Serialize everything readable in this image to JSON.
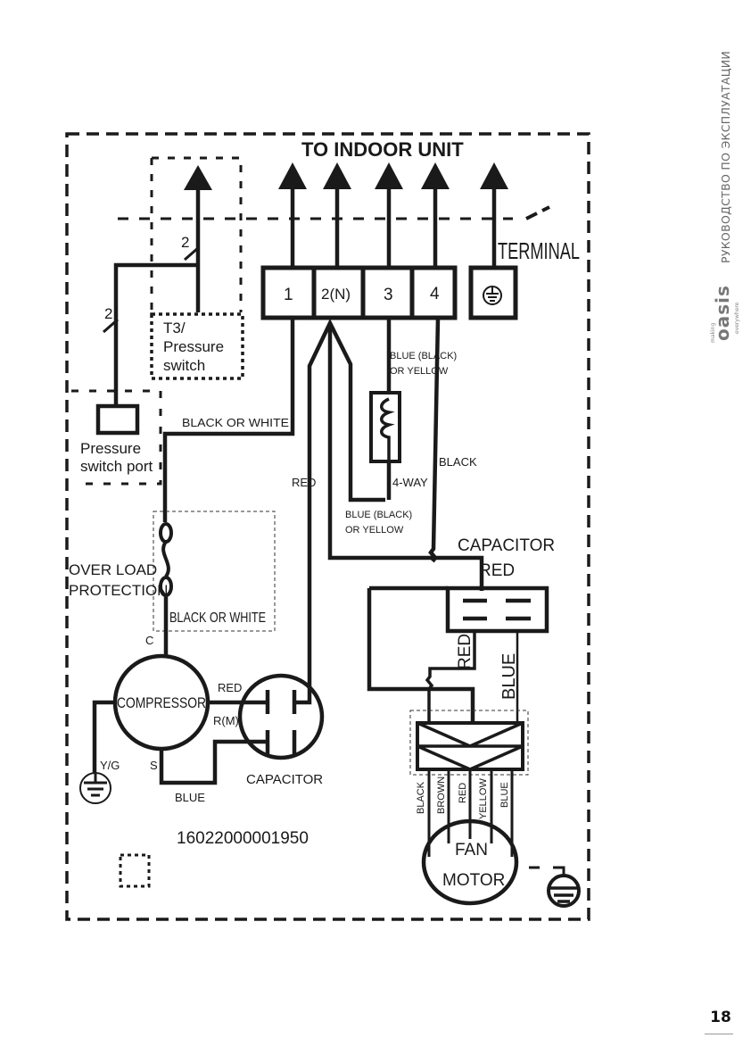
{
  "page": {
    "side_title": "РУКОВОДСТВО ПО ЭКСПЛУАТАЦИИ",
    "logo": {
      "prefix": "making",
      "brand": "oasis",
      "suffix": "everywhere"
    },
    "page_number": "18"
  },
  "diagram": {
    "title": "TO INDOOR UNIT",
    "terminal_label": "TERMINAL",
    "terminals": [
      "1",
      "2(N)",
      "3",
      "4"
    ],
    "ground_terminal_icon": "ground-icon",
    "wire_count_marks": [
      "2",
      "2"
    ],
    "t3_box": [
      "T3/",
      "Pressure",
      "switch"
    ],
    "pressure_port": [
      "Pressure",
      "switch port"
    ],
    "overload": [
      "OVER LOAD",
      "PROTECTION"
    ],
    "wire_labels": {
      "black_or_white_top": "BLACK OR WHITE",
      "black_or_white_bottom": "BLACK OR WHITE",
      "red_main": "RED",
      "four_way_top": [
        "BLUE (BLACK)",
        "OR YELLOW"
      ],
      "four_way_bottom": [
        "BLUE (BLACK)",
        "OR YELLOW"
      ],
      "four_way": "4-WAY",
      "black": "BLACK",
      "cap_red_top": "RED",
      "cap_red_down": "RED",
      "cap_blue_down": "BLUE",
      "comp_red": "RED",
      "comp_rm": "R(M)",
      "comp_c": "C",
      "comp_s": "S",
      "comp_blue": "BLUE",
      "yg": "Y/G"
    },
    "fan_capacitor_label": "CAPACITOR",
    "compressor_label": "COMPRESSOR",
    "compressor_capacitor_label": "CAPACITOR",
    "fan_motor": [
      "FAN",
      "MOTOR"
    ],
    "fan_wires": [
      "BLACK",
      "BROWN",
      "RED",
      "YELLOW",
      "BLUE"
    ],
    "part_number": "16022000001950"
  }
}
